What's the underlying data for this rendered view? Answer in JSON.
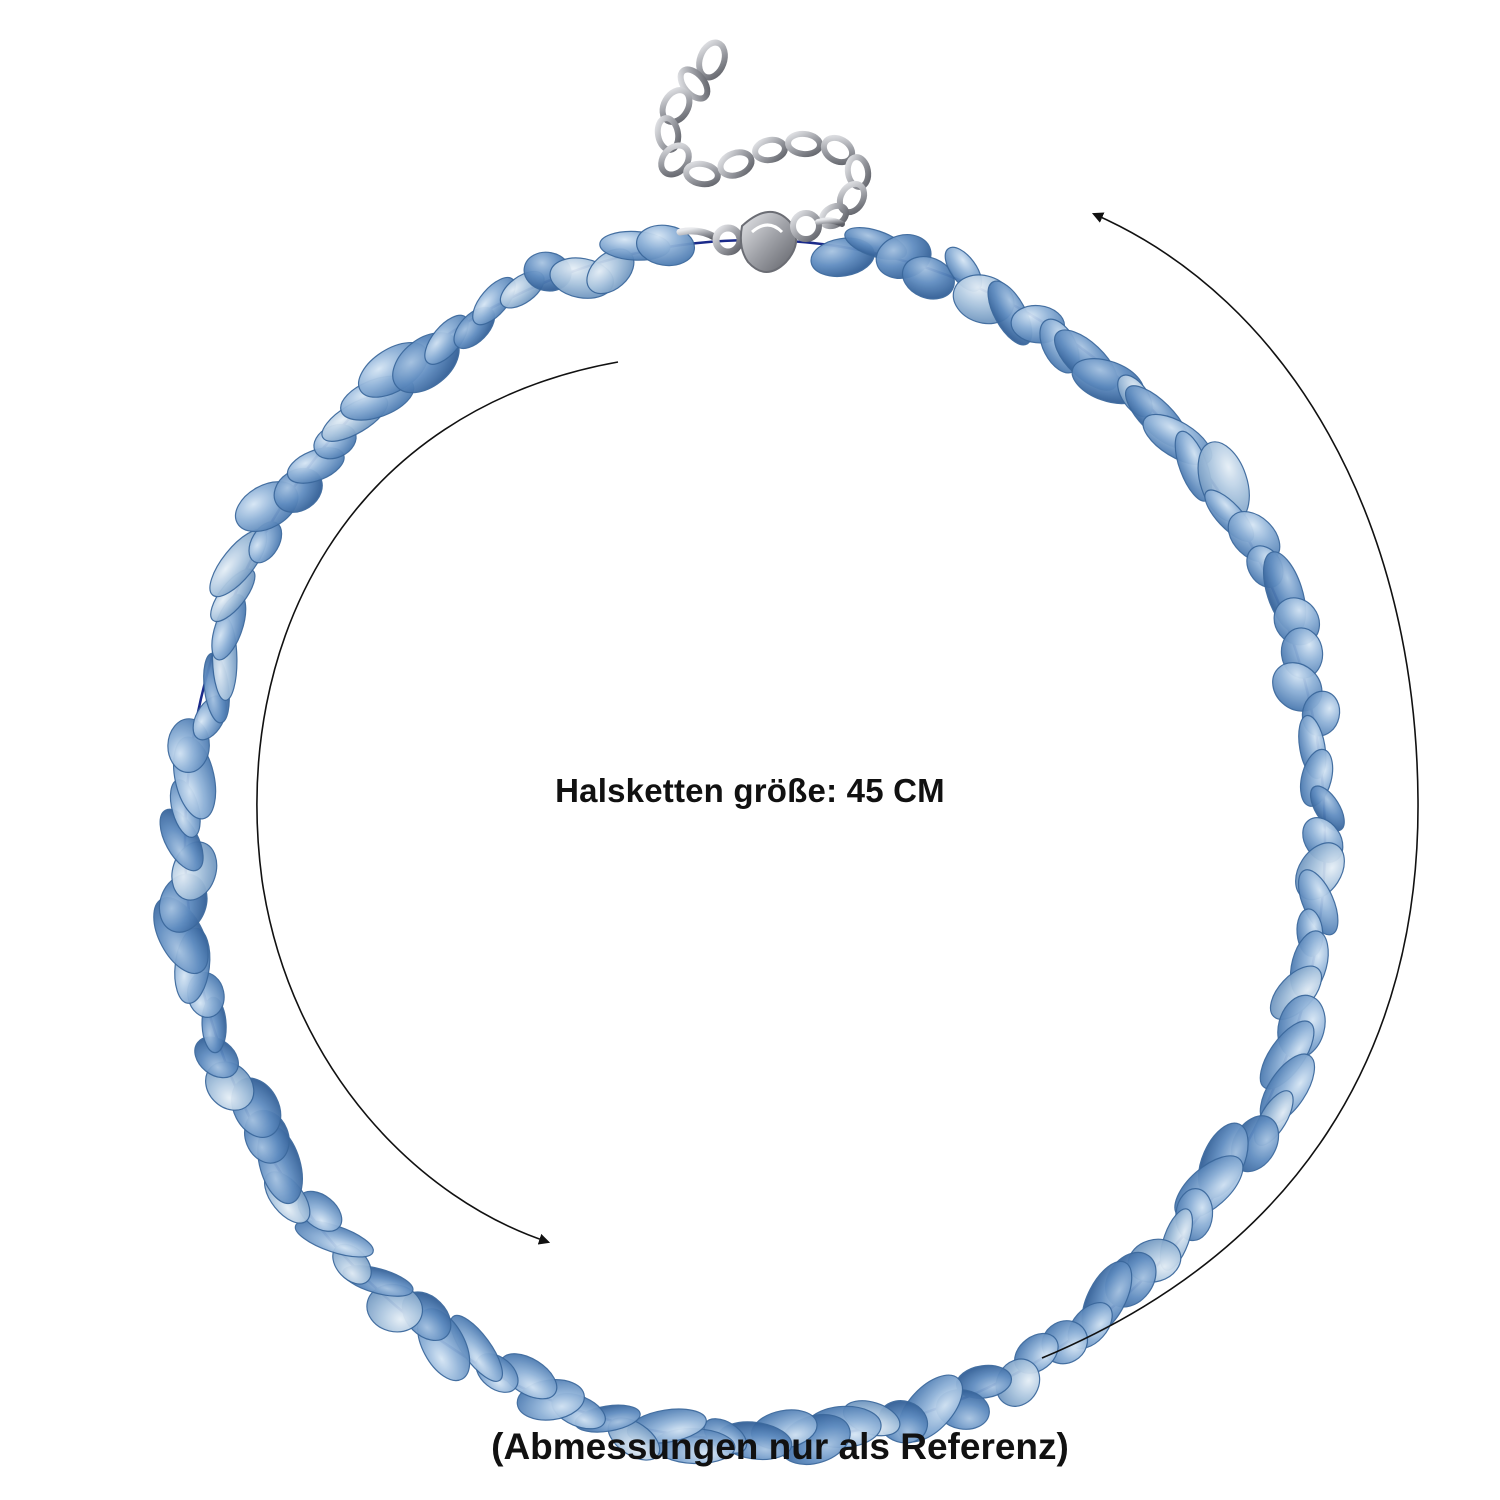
{
  "product": {
    "size_label": "Halsketten größe: 45 CM",
    "reference_note": "(Abmessungen nur als Referenz)",
    "bead_count": 120,
    "colors": {
      "background": "#ffffff",
      "bead_light": "#a9c6e2",
      "bead_mid": "#6f9bcb",
      "bead_dark": "#3f6fa6",
      "thread": "#1a2a8a",
      "metal": "#a9aab0",
      "arrow": "#111111"
    },
    "icons": {
      "clasp": "lobster-clasp-icon",
      "chain": "extension-chain-icon",
      "arrow_left": "curved-arrow-left-icon",
      "arrow_right": "curved-arrow-right-icon"
    }
  }
}
